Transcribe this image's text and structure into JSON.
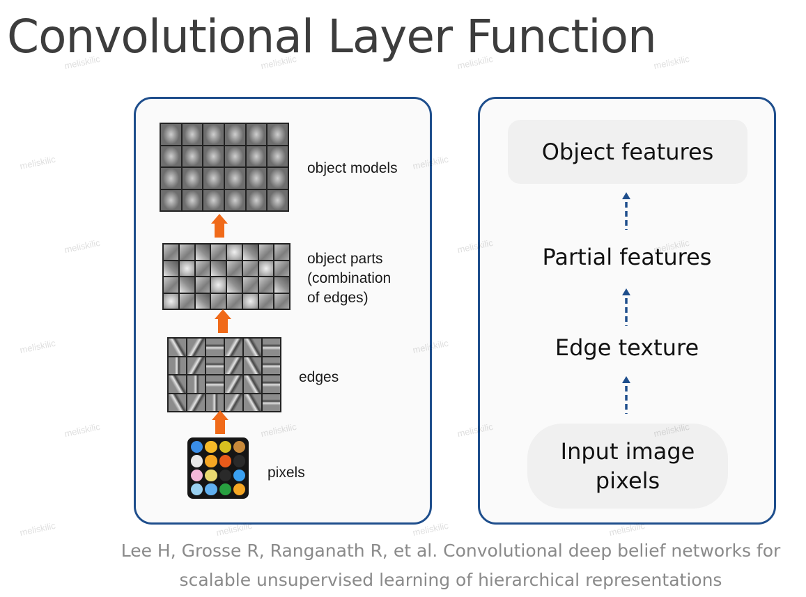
{
  "title": "Convolutional Layer Function",
  "left_panel": {
    "labels": {
      "object_models": "object models",
      "object_parts_line1": "object parts",
      "object_parts_line2": "(combination",
      "object_parts_line3": "of edges)",
      "edges": "edges",
      "pixels": "pixels"
    },
    "arrow_color": "#f06a19",
    "pixel_colors": [
      "#3a8ee8",
      "#f5b928",
      "#d8c020",
      "#c98a3a",
      "#e8e8e8",
      "#f5a623",
      "#e85a1a",
      "#2a2a2a",
      "#f4b8d8",
      "#e8d870",
      "#2a2a2a",
      "#3aa0f0",
      "#9ad0f0",
      "#60b0f0",
      "#28a040",
      "#f5a623"
    ]
  },
  "right_panel": {
    "levels": {
      "top": "Object features",
      "partial": "Partial features",
      "edge": "Edge texture",
      "input_line1": "Input image",
      "input_line2": "pixels"
    },
    "arrow_color": "#1e4e8c"
  },
  "citation": {
    "line1": "Lee H, Grosse R, Ranganath R, et al. Convolutional deep belief networks for",
    "line2": "scalable unsupervised learning of hierarchical representations"
  },
  "watermark": "meliskilic",
  "colors": {
    "panel_border": "#1e4e8c",
    "title": "#3d3d3d",
    "citation": "#8a8a8a"
  }
}
